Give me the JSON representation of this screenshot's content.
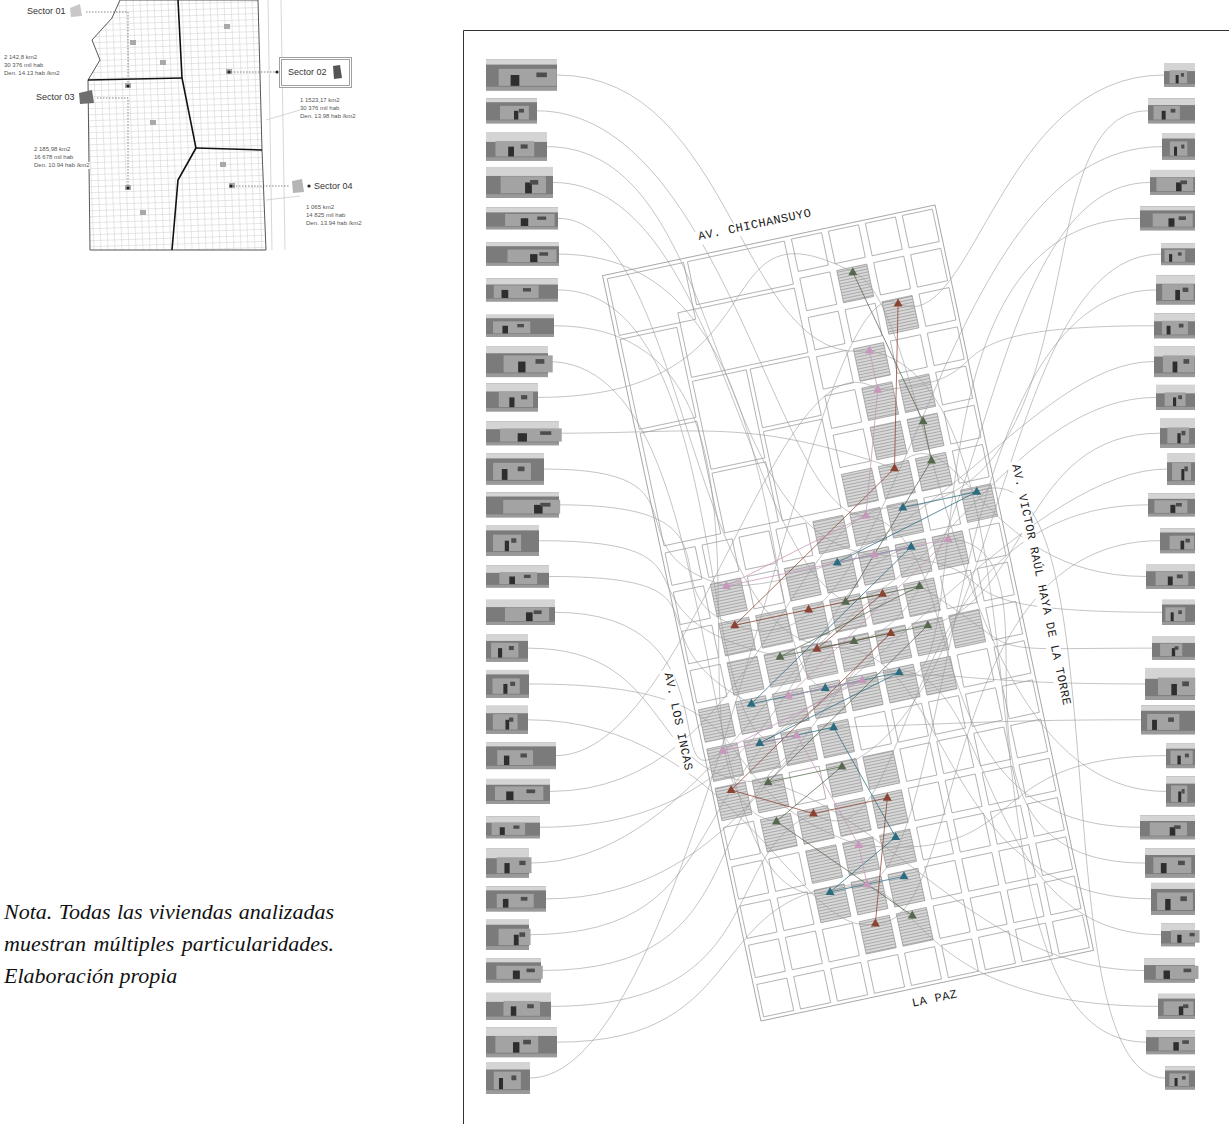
{
  "diagram": {
    "caption": "Nota. Todas las viviendas analizadas muestran múltiples particularidades. Elaboración propia",
    "nodes": [
      {
        "text": [
          "Sector 02"
        ]
      }
    ],
    "labels": [
      "Sector 01",
      "2 142,8 km2",
      "30 376 mil hab",
      "Den. 14.13 hab /km2",
      "1 1523,17 km2",
      "30 376 mil hab",
      "Den. 13.98 hab /km2",
      "Sector 03",
      "2 185,98 km2",
      "16 678 mil hab",
      "Den. 10.94 hab /km2",
      "Sector 04",
      "1 065 km2",
      "14 825 mil hab",
      "Den. 13.94 hab /km2",
      "AV. CHICHANSUYO",
      "AV. VICTOR RAÚL HAYA DE LA TORRE",
      "AV. LOS INCAS",
      "LA PAZ"
    ]
  }
}
